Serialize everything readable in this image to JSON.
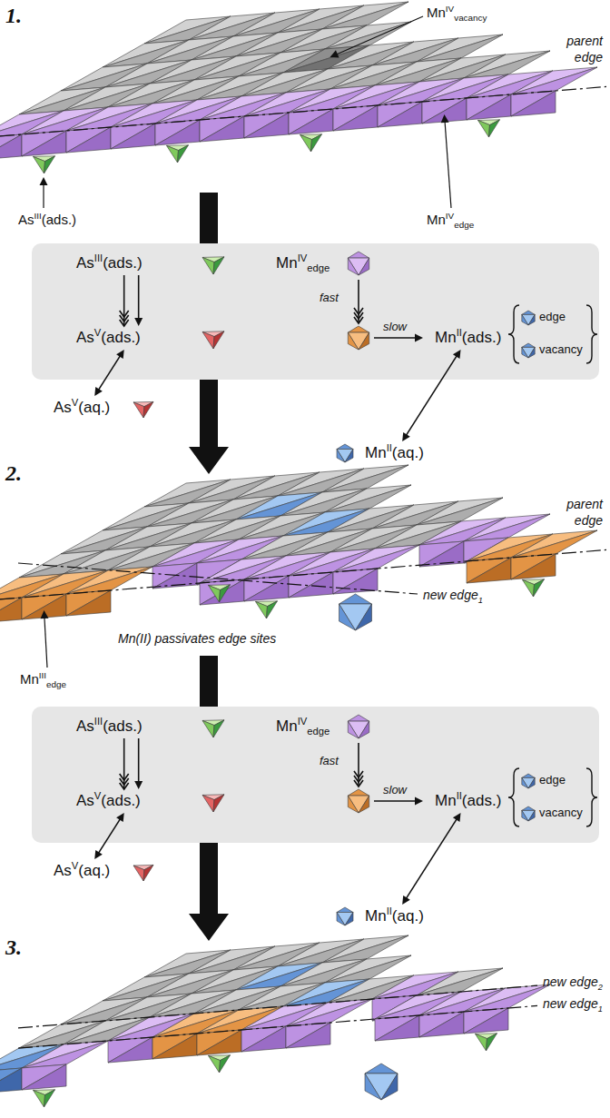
{
  "diagram": {
    "nodes": [
      {
        "text": []
      },
      {
        "text": [
          "AsIII(ads.)"
        ],
        "in": 0
      },
      {
        "text": [
          "MnIVedge"
        ],
        "in": 0
      },
      {
        "text": [
          "AsV(ads.)"
        ],
        "in": 0
      },
      {
        "text": [
          "MnII(ads.)"
        ],
        "in": 0
      },
      {
        "text": [
          "AsV(aq.)"
        ]
      },
      {
        "text": [
          "MnII(aq.)"
        ]
      },
      {
        "text": []
      },
      {
        "text": [
          "AsIII(ads.)"
        ],
        "in": 7
      },
      {
        "text": [
          "MnIVedge"
        ],
        "in": 7
      },
      {
        "text": [
          "AsV(ads.)"
        ],
        "in": 7
      },
      {
        "text": [
          "MnII(ads.)"
        ],
        "in": 7
      },
      {
        "text": [
          "AsV(aq.)"
        ]
      },
      {
        "text": [
          "MnII(aq.)"
        ]
      }
    ],
    "edges": [
      {
        "from": 1,
        "to": 3,
        "arrow": "to"
      },
      {
        "from": 1,
        "to": 3,
        "arrow": "to"
      },
      {
        "from": 3,
        "to": 5,
        "arrow": "both"
      },
      {
        "from": 4,
        "to": 6,
        "arrow": "both"
      },
      {
        "from": 8,
        "to": 10,
        "arrow": "to"
      },
      {
        "from": 8,
        "to": 10,
        "arrow": "to"
      },
      {
        "from": 10,
        "to": 12,
        "arrow": "both"
      },
      {
        "from": 11,
        "to": 13,
        "arrow": "both"
      }
    ],
    "labels": [
      "1.",
      "MnIVvacancy",
      "parent edge",
      "AsIII(ads.)",
      "MnIVedge",
      "fast",
      "slow",
      "edge",
      "vacancy",
      "2.",
      "parent edge",
      "new edge1",
      "Mn(II) passivates edge sites",
      "MnIIIedge",
      "fast",
      "slow",
      "edge",
      "vacancy",
      "3.",
      "new edge2",
      "new edge1"
    ]
  }
}
